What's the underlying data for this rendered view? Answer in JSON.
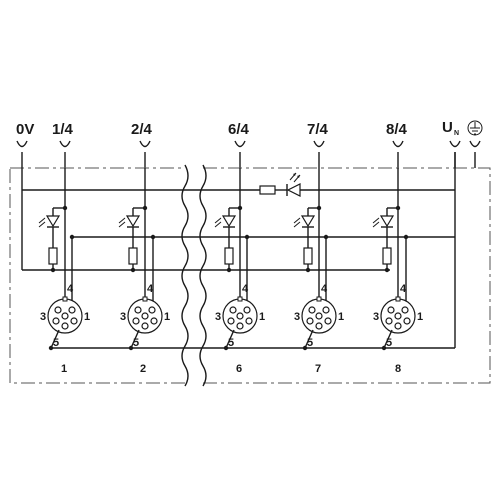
{
  "diagram": {
    "terminals": [
      "0V",
      "1/4",
      "2/4",
      "6/4",
      "7/4",
      "8/4"
    ],
    "supply_label": {
      "main": "U",
      "sub": "N"
    },
    "ground_icon": "protective-earth-icon",
    "channel_numbers": [
      "1",
      "2",
      "6",
      "7",
      "8"
    ],
    "pin_labels": {
      "p4": "4",
      "p3": "3",
      "p1": "1",
      "p5": "5"
    },
    "icons": {
      "led": "led-icon",
      "resistor": "resistor-icon",
      "connector": "m12-connector-icon",
      "terminal": "terminal-fork-icon"
    }
  }
}
